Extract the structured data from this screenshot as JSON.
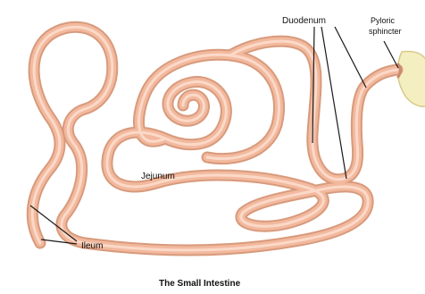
{
  "figure": {
    "title": "The Small Intestine",
    "labels": {
      "duodenum": "Duodenum",
      "pyloric": [
        "Pyloric",
        "sphincter"
      ],
      "jejunum": "Jejunum",
      "ileum": "Ileum"
    },
    "colors": {
      "intestine_outer": "#d89a7c",
      "intestine_body": "#f2b99e",
      "intestine_highlight": "#fbd9c8",
      "stomach": "#f4efc0",
      "leader_line": "#1a1a1a",
      "background": "#ffffff"
    }
  }
}
